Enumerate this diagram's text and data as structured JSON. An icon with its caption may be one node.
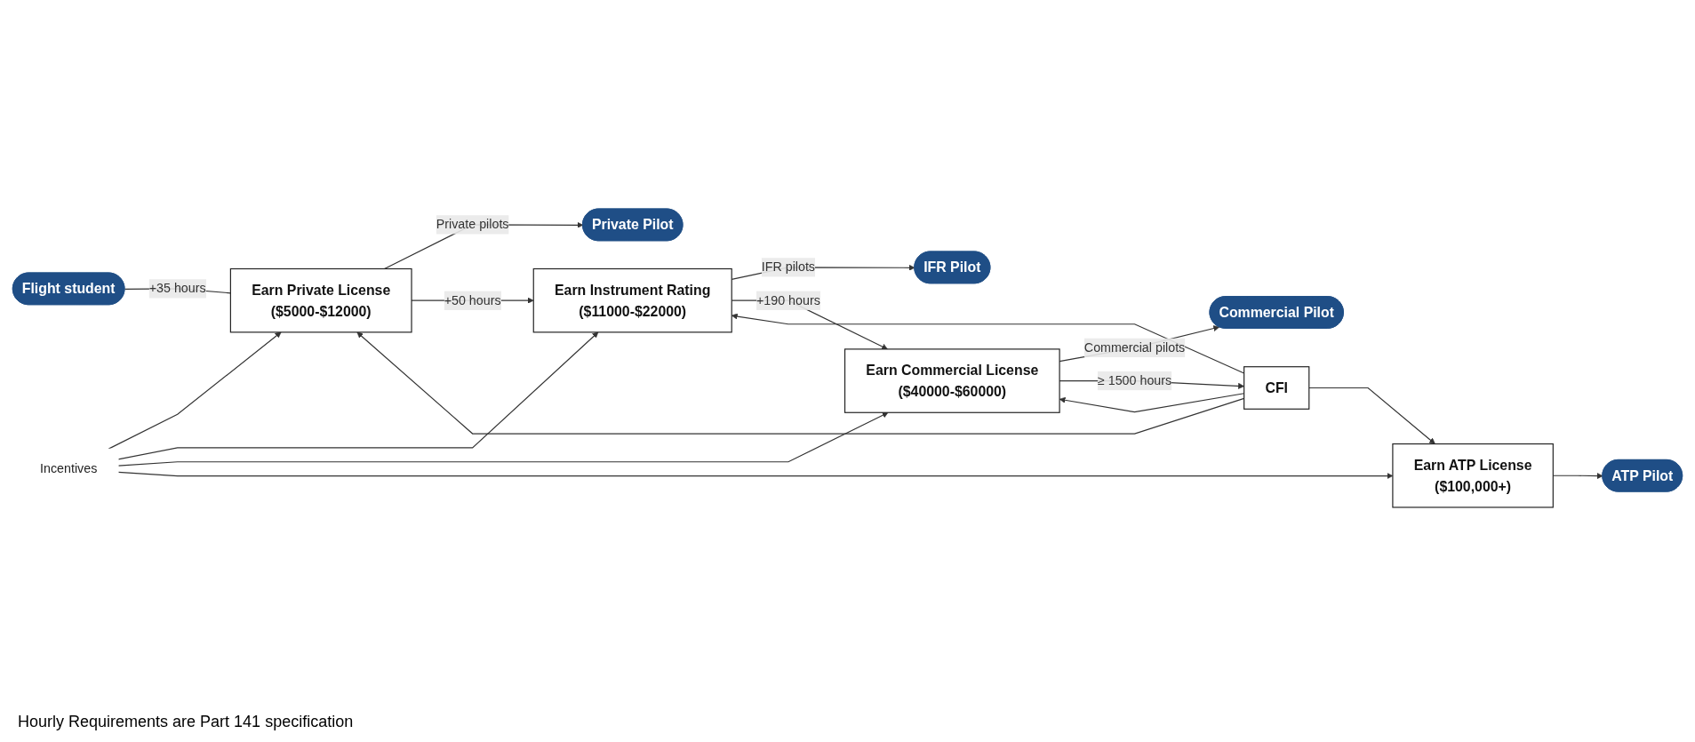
{
  "diagram": {
    "nodes": [
      {
        "text": [
          "Flight student"
        ]
      },
      {
        "text": [
          "Earn Private License",
          "($5000-$12000)"
        ]
      },
      {
        "text": [
          "Earn Instrument Rating",
          "($11000-$22000)"
        ]
      },
      {
        "text": [
          "Earn Commercial License",
          "($40000-$60000)"
        ]
      },
      {
        "text": [
          "Earn ATP License",
          "($100,000+)"
        ]
      },
      {
        "text": [
          "Private Pilot"
        ]
      },
      {
        "text": [
          "IFR Pilot"
        ]
      },
      {
        "text": [
          "Commercial Pilot"
        ]
      },
      {
        "text": [
          "ATP Pilot"
        ]
      },
      {
        "text": [
          "CFI"
        ]
      },
      {
        "text": [
          "Incentives"
        ]
      }
    ],
    "edges": [
      {
        "from": 0,
        "to": 1,
        "arrow": "none",
        "label": "+35 hours"
      },
      {
        "from": 1,
        "to": 5,
        "arrow": "to",
        "label": "Private pilots"
      },
      {
        "from": 1,
        "to": 2,
        "arrow": "to",
        "label": "+50 hours"
      },
      {
        "from": 2,
        "to": 6,
        "arrow": "to",
        "label": "IFR pilots"
      },
      {
        "from": 2,
        "to": 3,
        "arrow": "to",
        "label": "+190 hours"
      },
      {
        "from": 3,
        "to": 7,
        "arrow": "to",
        "label": "Commercial pilots"
      },
      {
        "from": 3,
        "to": 9,
        "arrow": "to",
        "label": "≥ 1500 hours"
      },
      {
        "from": 4,
        "to": 8,
        "arrow": "to"
      },
      {
        "from": 10,
        "to": 1,
        "arrow": "to"
      },
      {
        "from": 10,
        "to": 2,
        "arrow": "to"
      },
      {
        "from": 10,
        "to": 3,
        "arrow": "to"
      },
      {
        "from": 10,
        "to": 4,
        "arrow": "to"
      },
      {
        "from": 9,
        "to": 1,
        "arrow": "to"
      },
      {
        "from": 9,
        "to": 2,
        "arrow": "to"
      },
      {
        "from": 9,
        "to": 3,
        "arrow": "to"
      },
      {
        "from": 9,
        "to": 4,
        "arrow": "to"
      }
    ],
    "labels": [
      "Hourly Requirements are Part 141 specification"
    ]
  }
}
